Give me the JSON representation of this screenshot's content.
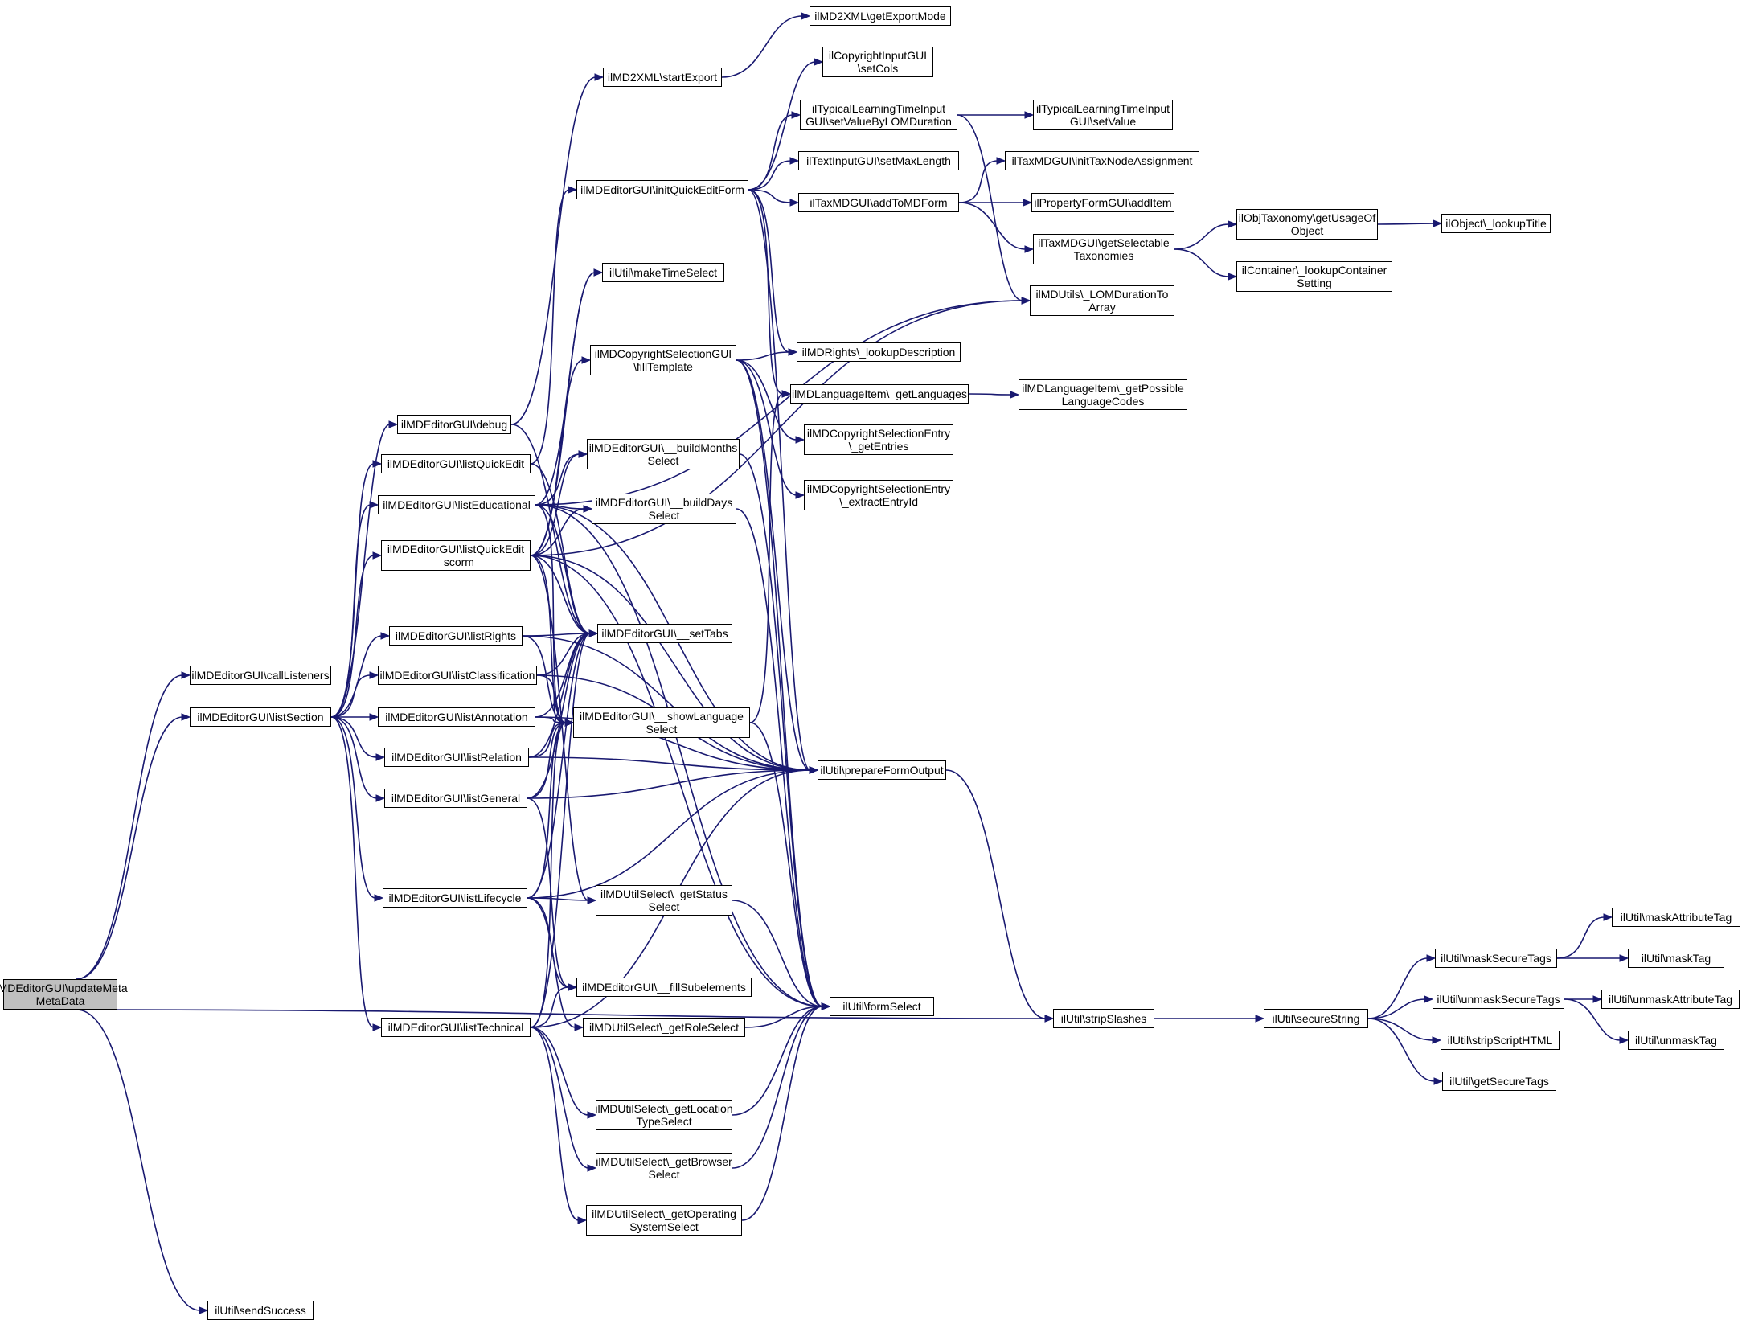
{
  "graph": {
    "edge_color": "#191970",
    "root_fill": "#bfbfbf",
    "nodes": [
      {
        "id": "updateMeta",
        "label": "ilMDEditorGUI\\updateMeta\nMetaData",
        "root": true
      },
      {
        "id": "callListeners",
        "label": "ilMDEditorGUI\\callListeners"
      },
      {
        "id": "listSection",
        "label": "ilMDEditorGUI\\listSection"
      },
      {
        "id": "sendSuccess",
        "label": "ilUtil\\sendSuccess"
      },
      {
        "id": "debug",
        "label": "ilMDEditorGUI\\debug"
      },
      {
        "id": "listQuickEdit",
        "label": "ilMDEditorGUI\\listQuickEdit"
      },
      {
        "id": "listEducational",
        "label": "ilMDEditorGUI\\listEducational"
      },
      {
        "id": "listQuickEditScorm",
        "label": "ilMDEditorGUI\\listQuickEdit\n_scorm"
      },
      {
        "id": "listRights",
        "label": "ilMDEditorGUI\\listRights"
      },
      {
        "id": "listClassification",
        "label": "ilMDEditorGUI\\listClassification"
      },
      {
        "id": "listAnnotation",
        "label": "ilMDEditorGUI\\listAnnotation"
      },
      {
        "id": "listRelation",
        "label": "ilMDEditorGUI\\listRelation"
      },
      {
        "id": "listGeneral",
        "label": "ilMDEditorGUI\\listGeneral"
      },
      {
        "id": "listLifecycle",
        "label": "ilMDEditorGUI\\listLifecycle"
      },
      {
        "id": "listTechnical",
        "label": "ilMDEditorGUI\\listTechnical"
      },
      {
        "id": "startExport",
        "label": "ilMD2XML\\startExport"
      },
      {
        "id": "getExportMode",
        "label": "ilMD2XML\\getExportMode"
      },
      {
        "id": "initQuickEditForm",
        "label": "ilMDEditorGUI\\initQuickEditForm"
      },
      {
        "id": "makeTimeSelect",
        "label": "ilUtil\\makeTimeSelect"
      },
      {
        "id": "fillTemplate",
        "label": "ilMDCopyrightSelectionGUI\n\\fillTemplate"
      },
      {
        "id": "buildMonths",
        "label": "ilMDEditorGUI\\__buildMonths\nSelect"
      },
      {
        "id": "buildDays",
        "label": "ilMDEditorGUI\\__buildDays\nSelect"
      },
      {
        "id": "setTabs",
        "label": "ilMDEditorGUI\\__setTabs"
      },
      {
        "id": "showLanguage",
        "label": "ilMDEditorGUI\\__showLanguage\nSelect"
      },
      {
        "id": "getStatusSelect",
        "label": "ilMDUtilSelect\\_getStatus\nSelect"
      },
      {
        "id": "fillSubelements",
        "label": "ilMDEditorGUI\\__fillSubelements"
      },
      {
        "id": "getRoleSelect",
        "label": "ilMDUtilSelect\\_getRoleSelect"
      },
      {
        "id": "getLocation",
        "label": "ilMDUtilSelect\\_getLocation\nTypeSelect"
      },
      {
        "id": "getBrowser",
        "label": "ilMDUtilSelect\\_getBrowser\nSelect"
      },
      {
        "id": "getOperating",
        "label": "ilMDUtilSelect\\_getOperating\nSystemSelect"
      },
      {
        "id": "copyrightSetCols",
        "label": "ilCopyrightInputGUI\n\\setCols"
      },
      {
        "id": "setValueByLOM",
        "label": "ilTypicalLearningTimeInput\nGUI\\setValueByLOMDuration"
      },
      {
        "id": "setMaxLength",
        "label": "ilTextInputGUI\\setMaxLength"
      },
      {
        "id": "addToMDForm",
        "label": "ilTaxMDGUI\\addToMDForm"
      },
      {
        "id": "lookupDescription",
        "label": "ilMDRights\\_lookupDescription"
      },
      {
        "id": "getLanguages",
        "label": "ilMDLanguageItem\\_getLanguages"
      },
      {
        "id": "getEntries",
        "label": "ilMDCopyrightSelectionEntry\n\\_getEntries"
      },
      {
        "id": "extractEntryId",
        "label": "ilMDCopyrightSelectionEntry\n\\_extractEntryId"
      },
      {
        "id": "prepareFormOutput",
        "label": "ilUtil\\prepareFormOutput"
      },
      {
        "id": "formSelect",
        "label": "ilUtil\\formSelect"
      },
      {
        "id": "typicalSetValue",
        "label": "ilTypicalLearningTimeInput\nGUI\\setValue"
      },
      {
        "id": "initTaxNode",
        "label": "ilTaxMDGUI\\initTaxNodeAssignment"
      },
      {
        "id": "propAddItem",
        "label": "ilPropertyFormGUI\\addItem"
      },
      {
        "id": "getSelectableTax",
        "label": "ilTaxMDGUI\\getSelectable\nTaxonomies"
      },
      {
        "id": "lomDurationToArray",
        "label": "ilMDUtils\\_LOMDurationTo\nArray"
      },
      {
        "id": "getPossibleLang",
        "label": "ilMDLanguageItem\\_getPossible\nLanguageCodes"
      },
      {
        "id": "stripSlashes",
        "label": "ilUtil\\stripSlashes"
      },
      {
        "id": "getUsageOfObject",
        "label": "ilObjTaxonomy\\getUsageOf\nObject"
      },
      {
        "id": "lookupContainer",
        "label": "ilContainer\\_lookupContainer\nSetting"
      },
      {
        "id": "lookupTitle",
        "label": "ilObject\\_lookupTitle"
      },
      {
        "id": "secureString",
        "label": "ilUtil\\secureString"
      },
      {
        "id": "maskSecureTags",
        "label": "ilUtil\\maskSecureTags"
      },
      {
        "id": "unmaskSecureTags",
        "label": "ilUtil\\unmaskSecureTags"
      },
      {
        "id": "stripScriptHTML",
        "label": "ilUtil\\stripScriptHTML"
      },
      {
        "id": "getSecureTags",
        "label": "ilUtil\\getSecureTags"
      },
      {
        "id": "maskAttributeTag",
        "label": "ilUtil\\maskAttributeTag"
      },
      {
        "id": "maskTag",
        "label": "ilUtil\\maskTag"
      },
      {
        "id": "unmaskAttributeTag",
        "label": "ilUtil\\unmaskAttributeTag"
      },
      {
        "id": "unmaskTag",
        "label": "ilUtil\\unmaskTag"
      }
    ],
    "edges": [
      [
        "updateMeta",
        "callListeners"
      ],
      [
        "updateMeta",
        "listSection"
      ],
      [
        "updateMeta",
        "sendSuccess"
      ],
      [
        "updateMeta",
        "stripSlashes"
      ],
      [
        "listSection",
        "debug"
      ],
      [
        "listSection",
        "listQuickEdit"
      ],
      [
        "listSection",
        "listEducational"
      ],
      [
        "listSection",
        "listQuickEditScorm"
      ],
      [
        "listSection",
        "listRights"
      ],
      [
        "listSection",
        "listClassification"
      ],
      [
        "listSection",
        "listAnnotation"
      ],
      [
        "listSection",
        "listRelation"
      ],
      [
        "listSection",
        "listGeneral"
      ],
      [
        "listSection",
        "listLifecycle"
      ],
      [
        "listSection",
        "listTechnical"
      ],
      [
        "debug",
        "startExport"
      ],
      [
        "debug",
        "setTabs"
      ],
      [
        "startExport",
        "getExportMode"
      ],
      [
        "listQuickEdit",
        "initQuickEditForm"
      ],
      [
        "listQuickEdit",
        "setTabs"
      ],
      [
        "listEducational",
        "makeTimeSelect"
      ],
      [
        "listEducational",
        "lomDurationToArray"
      ],
      [
        "listEducational",
        "buildMonths"
      ],
      [
        "listEducational",
        "buildDays"
      ],
      [
        "listEducational",
        "setTabs"
      ],
      [
        "listEducational",
        "showLanguage"
      ],
      [
        "listEducational",
        "prepareFormOutput"
      ],
      [
        "listEducational",
        "formSelect"
      ],
      [
        "listQuickEditScorm",
        "makeTimeSelect"
      ],
      [
        "listQuickEditScorm",
        "lomDurationToArray"
      ],
      [
        "listQuickEditScorm",
        "fillTemplate"
      ],
      [
        "listQuickEditScorm",
        "buildMonths"
      ],
      [
        "listQuickEditScorm",
        "buildDays"
      ],
      [
        "listQuickEditScorm",
        "setTabs"
      ],
      [
        "listQuickEditScorm",
        "showLanguage"
      ],
      [
        "listQuickEditScorm",
        "getStatusSelect"
      ],
      [
        "listQuickEditScorm",
        "prepareFormOutput"
      ],
      [
        "listQuickEditScorm",
        "formSelect"
      ],
      [
        "listRights",
        "setTabs"
      ],
      [
        "listRights",
        "showLanguage"
      ],
      [
        "listRights",
        "prepareFormOutput"
      ],
      [
        "listClassification",
        "setTabs"
      ],
      [
        "listClassification",
        "showLanguage"
      ],
      [
        "listClassification",
        "prepareFormOutput"
      ],
      [
        "listAnnotation",
        "setTabs"
      ],
      [
        "listAnnotation",
        "showLanguage"
      ],
      [
        "listAnnotation",
        "prepareFormOutput"
      ],
      [
        "listRelation",
        "setTabs"
      ],
      [
        "listRelation",
        "showLanguage"
      ],
      [
        "listRelation",
        "prepareFormOutput"
      ],
      [
        "listGeneral",
        "setTabs"
      ],
      [
        "listGeneral",
        "showLanguage"
      ],
      [
        "listGeneral",
        "prepareFormOutput"
      ],
      [
        "listGeneral",
        "fillSubelements"
      ],
      [
        "listLifecycle",
        "setTabs"
      ],
      [
        "listLifecycle",
        "showLanguage"
      ],
      [
        "listLifecycle",
        "getStatusSelect"
      ],
      [
        "listLifecycle",
        "fillSubelements"
      ],
      [
        "listLifecycle",
        "getRoleSelect"
      ],
      [
        "listLifecycle",
        "prepareFormOutput"
      ],
      [
        "listTechnical",
        "setTabs"
      ],
      [
        "listTechnical",
        "showLanguage"
      ],
      [
        "listTechnical",
        "fillSubelements"
      ],
      [
        "listTechnical",
        "getLocation"
      ],
      [
        "listTechnical",
        "getBrowser"
      ],
      [
        "listTechnical",
        "getOperating"
      ],
      [
        "listTechnical",
        "prepareFormOutput"
      ],
      [
        "initQuickEditForm",
        "copyrightSetCols"
      ],
      [
        "initQuickEditForm",
        "setValueByLOM"
      ],
      [
        "initQuickEditForm",
        "setMaxLength"
      ],
      [
        "initQuickEditForm",
        "addToMDForm"
      ],
      [
        "initQuickEditForm",
        "lookupDescription"
      ],
      [
        "initQuickEditForm",
        "getLanguages"
      ],
      [
        "initQuickEditForm",
        "prepareFormOutput"
      ],
      [
        "fillTemplate",
        "lookupDescription"
      ],
      [
        "fillTemplate",
        "getEntries"
      ],
      [
        "fillTemplate",
        "extractEntryId"
      ],
      [
        "fillTemplate",
        "prepareFormOutput"
      ],
      [
        "fillTemplate",
        "formSelect"
      ],
      [
        "buildMonths",
        "formSelect"
      ],
      [
        "buildDays",
        "formSelect"
      ],
      [
        "showLanguage",
        "getLanguages"
      ],
      [
        "showLanguage",
        "formSelect"
      ],
      [
        "getStatusSelect",
        "formSelect"
      ],
      [
        "getRoleSelect",
        "formSelect"
      ],
      [
        "getLocation",
        "formSelect"
      ],
      [
        "getBrowser",
        "formSelect"
      ],
      [
        "getOperating",
        "formSelect"
      ],
      [
        "setValueByLOM",
        "typicalSetValue"
      ],
      [
        "setValueByLOM",
        "lomDurationToArray"
      ],
      [
        "addToMDForm",
        "initTaxNode"
      ],
      [
        "addToMDForm",
        "propAddItem"
      ],
      [
        "addToMDForm",
        "getSelectableTax"
      ],
      [
        "getSelectableTax",
        "getUsageOfObject"
      ],
      [
        "getSelectableTax",
        "lookupContainer"
      ],
      [
        "getUsageOfObject",
        "lookupTitle"
      ],
      [
        "getLanguages",
        "getPossibleLang"
      ],
      [
        "prepareFormOutput",
        "stripSlashes"
      ],
      [
        "stripSlashes",
        "secureString"
      ],
      [
        "secureString",
        "maskSecureTags"
      ],
      [
        "secureString",
        "unmaskSecureTags"
      ],
      [
        "secureString",
        "stripScriptHTML"
      ],
      [
        "secureString",
        "getSecureTags"
      ],
      [
        "maskSecureTags",
        "maskAttributeTag"
      ],
      [
        "maskSecureTags",
        "maskTag"
      ],
      [
        "unmaskSecureTags",
        "unmaskAttributeTag"
      ],
      [
        "unmaskSecureTags",
        "unmaskTag"
      ]
    ]
  }
}
